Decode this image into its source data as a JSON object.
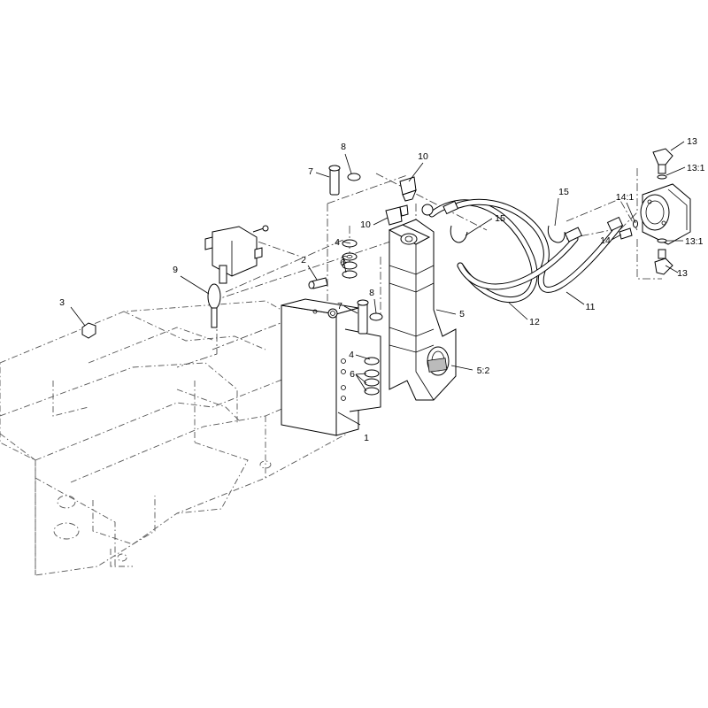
{
  "callouts": [
    {
      "label": "1"
    },
    {
      "label": "2"
    },
    {
      "label": "3"
    },
    {
      "label": "4"
    },
    {
      "label": "4"
    },
    {
      "label": "5"
    },
    {
      "label": "5:2"
    },
    {
      "label": "6"
    },
    {
      "label": "6"
    },
    {
      "label": "7"
    },
    {
      "label": "7"
    },
    {
      "label": "8"
    },
    {
      "label": "8"
    },
    {
      "label": "9"
    },
    {
      "label": "10"
    },
    {
      "label": "10"
    },
    {
      "label": "11"
    },
    {
      "label": "12"
    },
    {
      "label": "13"
    },
    {
      "label": "13"
    },
    {
      "label": "13:1"
    },
    {
      "label": "13:1"
    },
    {
      "label": "14"
    },
    {
      "label": "14:1"
    },
    {
      "label": "15"
    },
    {
      "label": "15"
    }
  ]
}
